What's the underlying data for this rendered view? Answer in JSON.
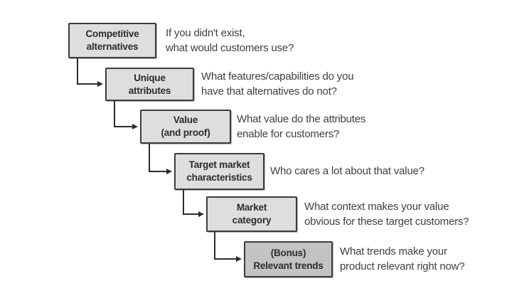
{
  "colors": {
    "background": "#ffffff",
    "box_fill": "#dedede",
    "bonus_box_fill": "#c3c3c3",
    "box_border": "#3c3c3c",
    "arrow": "#2c2c2c",
    "label_text": "#2b2b2b",
    "question_text": "#3f3f3f"
  },
  "diagram": {
    "steps": [
      {
        "label": "Competitive\nalternatives",
        "question": "If you didn't exist,\nwhat would customers use?",
        "bonus": false
      },
      {
        "label": "Unique\nattributes",
        "question": "What features/capabilities do you\nhave that alternatives do not?",
        "bonus": false
      },
      {
        "label": "Value\n(and proof)",
        "question": "What value do the attributes\nenable for customers?",
        "bonus": false
      },
      {
        "label": "Target market\ncharacteristics",
        "question": "Who cares a lot about that value?",
        "bonus": false
      },
      {
        "label": "Market\ncategory",
        "question": "What context makes your value\nobvious for these target customers?",
        "bonus": false
      },
      {
        "label": "(Bonus)\nRelevant trends",
        "question": "What trends make your\nproduct relevant right now?",
        "bonus": true
      }
    ]
  }
}
